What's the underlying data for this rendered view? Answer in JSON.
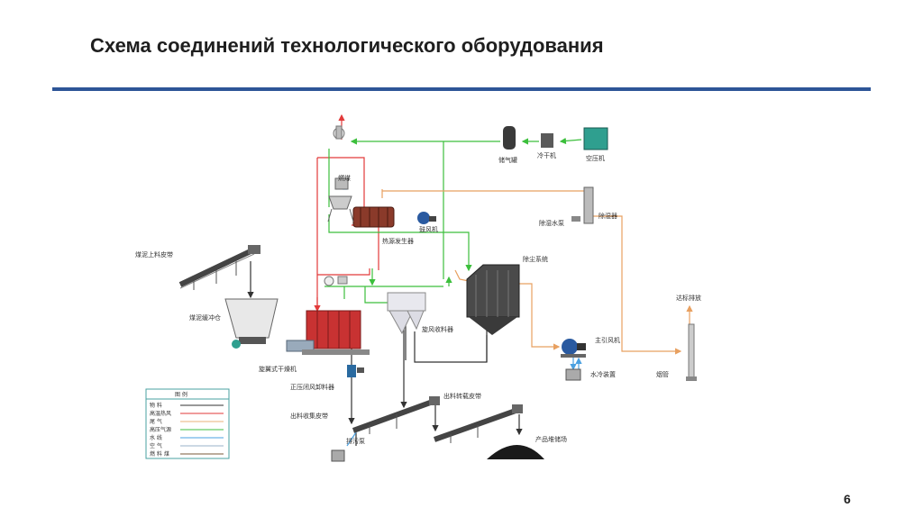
{
  "slide": {
    "title": "Схема соединений технологического оборудования",
    "page_number": "6"
  },
  "colors": {
    "rule": "#2e5597",
    "material": "#333333",
    "hot_air": "#e23a3a",
    "exhaust": "#e8b07a",
    "high_pressure_air": "#3cbf3c",
    "water": "#4aa0e0",
    "dryer_red": "#c83232",
    "dust_collector": "#4a4a4a",
    "water_cooler": "#2f9f8f"
  },
  "labels": {
    "coal_slurry_belt": "煤泥上料皮带",
    "coal_slurry_hopper": "煤泥缓冲仓",
    "rotary_dryer": "旋翼式干燥机",
    "fuel_coal": "燃煤",
    "heat_generator": "热源发生器",
    "blower": "鼓风机",
    "dust_system": "除尘系统",
    "cyclone_collector": "旋风收料器",
    "main_fan": "主引风机",
    "water_cooling": "水冷装置",
    "chimney": "烟管",
    "emission": "达标排放",
    "storage_tank": "储气罐",
    "cold_dryer": "冷干机",
    "air_compressor": "空压机",
    "dehumidifier": "除湿器",
    "dehumidifier_pump": "除湿水泵",
    "positive_pressure_feeder": "正压闭风卸料器",
    "output_collect_belt": "出料收集皮带",
    "output_transfer_belt": "出料转载皮带",
    "product_yard": "产品堆储场",
    "sewage_pump": "排污泵"
  },
  "legend": {
    "title": "图  例",
    "items": [
      {
        "label": "物    料",
        "color": "#333333"
      },
      {
        "label": "高温热风",
        "color": "#e23a3a"
      },
      {
        "label": "尾    气",
        "color": "#e8b07a"
      },
      {
        "label": "高压气源",
        "color": "#3cbf3c"
      },
      {
        "label": "水    线",
        "color": "#4aa0e0"
      },
      {
        "label": "空    气",
        "color": "#9ab0c8"
      },
      {
        "label": "燃 料 煤",
        "color": "#7a5a3a"
      }
    ]
  }
}
